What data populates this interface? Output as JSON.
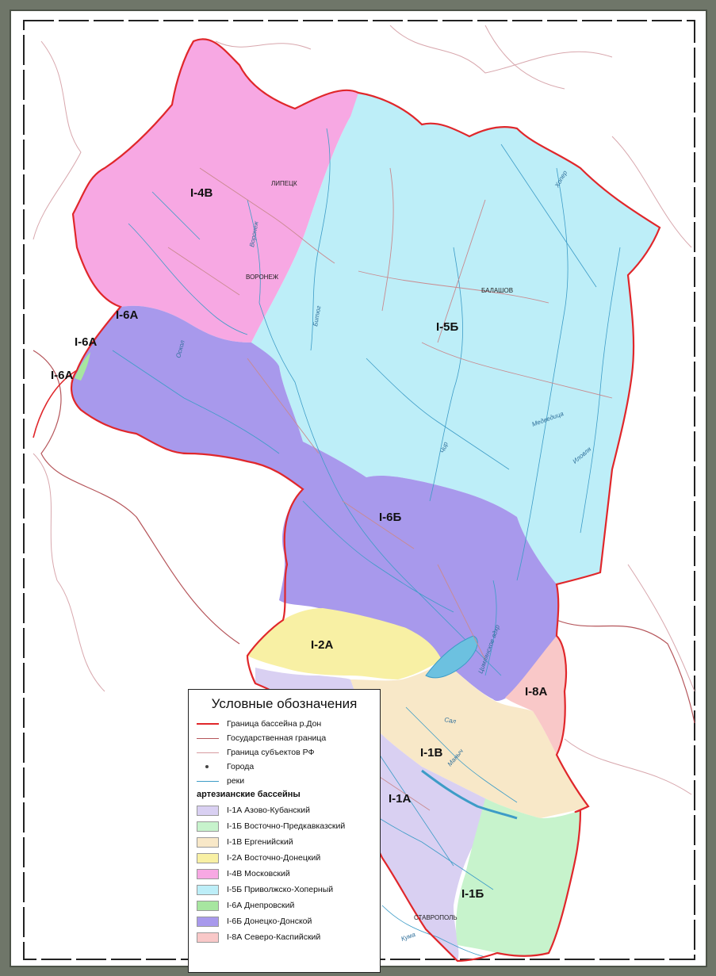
{
  "map": {
    "regions": [
      {
        "id": "I-4В",
        "color": "#f7a8e3"
      },
      {
        "id": "I-5Б",
        "color": "#bdeef8"
      },
      {
        "id": "I-6А",
        "color": "#a7e6a0"
      },
      {
        "id": "I-6Б",
        "color": "#a899ec"
      },
      {
        "id": "I-2А",
        "color": "#f8f0a4"
      },
      {
        "id": "I-1В",
        "color": "#f8e8c8"
      },
      {
        "id": "I-1А",
        "color": "#d9d0f2"
      },
      {
        "id": "I-1Б",
        "color": "#c7f3cc"
      },
      {
        "id": "I-8А",
        "color": "#f9c8c8"
      }
    ],
    "labels": {
      "r1": "I-4В",
      "r2": "I-5Б",
      "r3": "I-6А",
      "r4": "I-6А",
      "r5": "I-6А",
      "r6": "I-6Б",
      "r7": "I-2А",
      "r8": "I-1В",
      "r9": "I-1А",
      "r10": "I-1Б",
      "r11": "I-8А"
    },
    "cities": {
      "lipetsk": "ЛИПЕЦК",
      "voronezh": "ВОРОНЕЖ",
      "balashov": "БАЛАШОВ",
      "stavropol": "СТАВРОПОЛЬ"
    },
    "rivers": {
      "voronezh": "Воронеж",
      "khoper": "Хопер",
      "medveditsa": "Медведица",
      "ilovlya": "Иловля",
      "tsimlyansk": "Цимлянское вдхр",
      "sal": "Сал",
      "manych": "Маныч",
      "kuma": "Кума",
      "bityug": "Битюг",
      "chir": "Чир",
      "oskol": "Оскол"
    }
  },
  "legend": {
    "title": "Условные обозначения",
    "lines": [
      {
        "label": "Граница бассейна р.Дон",
        "color": "#e0272b"
      },
      {
        "label": "Государственная граница",
        "color": "#b5555a"
      },
      {
        "label": "Граница субъектов РФ",
        "color": "#d79ba0"
      },
      {
        "label": "Города",
        "color": "#444444"
      },
      {
        "label": "реки",
        "color": "#3d9cc7"
      }
    ],
    "subtitle": "артезианские бассейны",
    "basins": [
      {
        "label": "I-1А Азово-Кубанский",
        "color": "#d9d0f2"
      },
      {
        "label": "I-1Б Восточно-Предкавказский",
        "color": "#c7f3cc"
      },
      {
        "label": "I-1В Ергенийский",
        "color": "#f8e8c8"
      },
      {
        "label": "I-2А Восточно-Донецкий",
        "color": "#f8f0a4"
      },
      {
        "label": "I-4В Московский",
        "color": "#f7a8e3"
      },
      {
        "label": "I-5Б Приволжско-Хоперный",
        "color": "#bdeef8"
      },
      {
        "label": "I-6А Днепровский",
        "color": "#a7e6a0"
      },
      {
        "label": "I-6Б Донецко-Донской",
        "color": "#a899ec"
      },
      {
        "label": "I-8А Северо-Каспийский",
        "color": "#f9c8c8"
      }
    ]
  }
}
